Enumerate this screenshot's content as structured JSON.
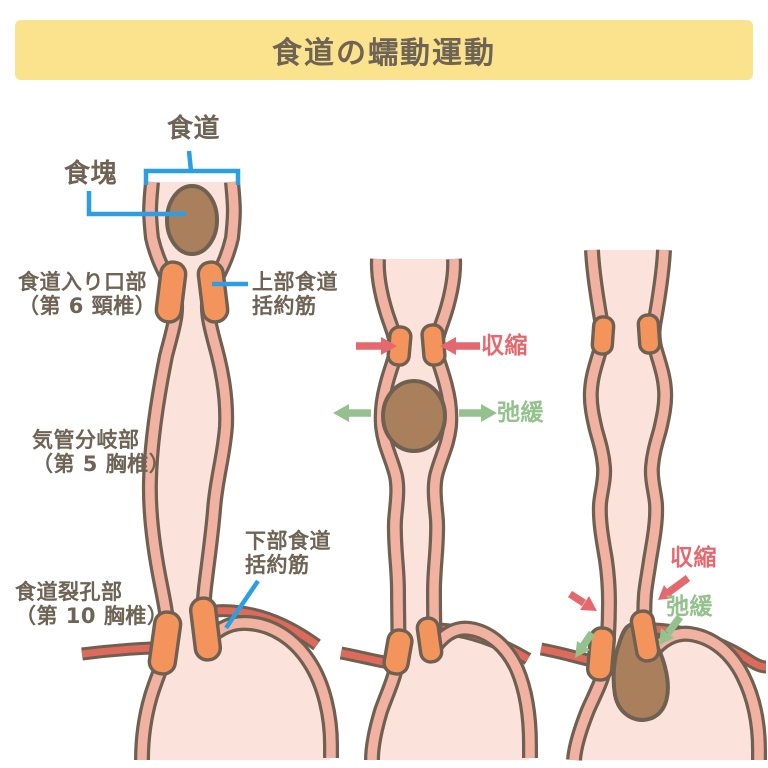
{
  "title": "食道の蠕動運動",
  "colors": {
    "banner_bg": "#FAE38C",
    "text_dark": "#6E6354",
    "callout_blue": "#2C9FE4",
    "contraction_red": "#E4696F",
    "relaxation_green": "#94C18D",
    "wall_salmon": "#F1B2A1",
    "lumen_pink": "#FBE3DB",
    "sphincter_orange": "#F3945C",
    "bolus_brown": "#A9805B",
    "diaphragm_red": "#DD6A5B",
    "outline_brown": "#6F6052"
  },
  "panel_left": {
    "esophagus_label": "食道",
    "bolus_label": "食塊",
    "entrance_label": [
      "食道入り口部",
      "（第 6 頸椎）"
    ],
    "upper_sphincter_label": [
      "上部食道",
      "括約筋"
    ],
    "bifurcation_label": [
      "気管分岐部",
      "（第 5 胸椎）"
    ],
    "lower_sphincter_label": [
      "下部食道",
      "括約筋"
    ],
    "hiatus_label": [
      "食道裂孔部",
      "（第 10 胸椎）"
    ]
  },
  "panel_middle": {
    "contraction_label": "収縮",
    "relaxation_label": "弛緩"
  },
  "panel_right": {
    "contraction_label": "収縮",
    "relaxation_label": "弛緩"
  }
}
